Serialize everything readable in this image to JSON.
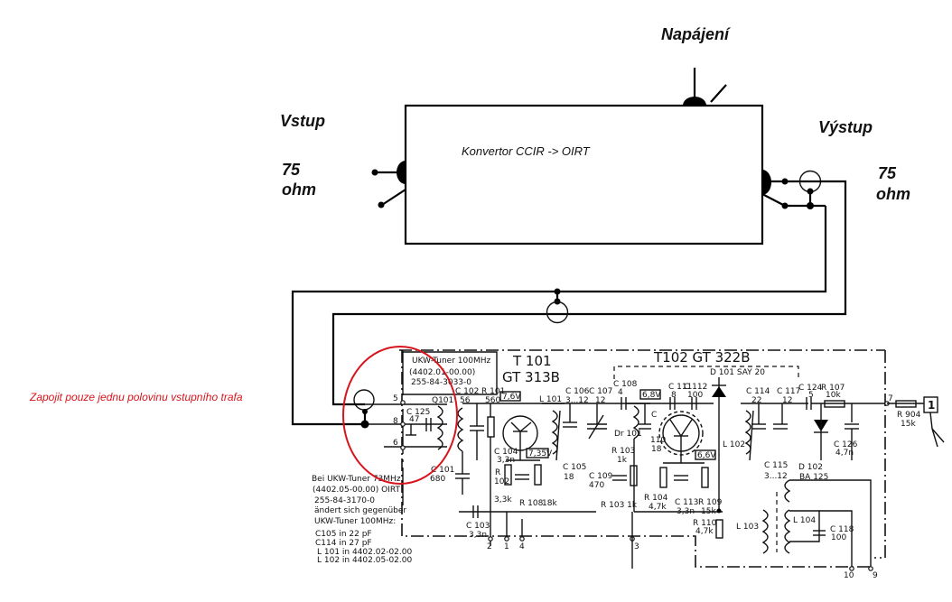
{
  "labels": {
    "power": "Napájení",
    "input": "Vstup",
    "input_impedance_value": "75",
    "input_impedance_unit": "ohm",
    "output": "Výstup",
    "output_impedance_value": "75",
    "output_impedance_unit": "ohm",
    "converter": "Konvertor CCIR -> OIRT",
    "note": "Zapojit pouze jednu polovinu vstupního trafa"
  },
  "tuner_box": {
    "line1": "UKW-Tuner 100MHz",
    "line2": "(4402.01-00.00)",
    "line3": "255-84-3033-0"
  },
  "transistors": {
    "t101_name": "T 101",
    "t101_type": "GT 313B",
    "t101_v_base": "7,6V",
    "t101_v_emitter": "7,35V",
    "t102_title": "T102 GT 322B",
    "t102_v_base": "6,8V",
    "t102_v_emitter": "6,6V"
  },
  "components": {
    "c125": "C 125",
    "c125_v": "47",
    "q101": "Q101",
    "c102": "C 102",
    "c102_v": "56",
    "r101": "R 101",
    "r101_v": "560",
    "c101": "C 101",
    "c101_v": "680",
    "c104": "C 104",
    "c104_v": "3,3n",
    "r102": "R",
    "r102_n": "102",
    "r102_v": "3,3k",
    "r108": "R 108",
    "r108_v": "18k",
    "c103": "C 103",
    "c103_v": "3,3n",
    "l101": "L 101",
    "c105": "C 105",
    "c105_v": "18",
    "c106": "C 106",
    "c106_v": "3...12",
    "c107": "C 107",
    "c107_v": "12",
    "c108": "C 108",
    "c108_v": "4",
    "dr101": "Dr 101",
    "r103": "R 103",
    "r103_v": "1k",
    "r103b": "R 103 1k",
    "c109": "C 109",
    "c109_v": "470",
    "c110": "C",
    "c110_n": "110",
    "c110_v": "18",
    "c111": "C 111",
    "c111_v": "8",
    "c112": "C 112",
    "c112_v": "100",
    "r104": "R 104",
    "r104_v": "4,7k",
    "c113": "C 113",
    "c113_v": "3,3n",
    "r109": "R 109",
    "r109_v": "15k",
    "r110": "R 110",
    "r110_v": "4,7k",
    "d101": "D 101 SAY 20",
    "l102": "L 102",
    "c114": "C 114",
    "c114_v": "22",
    "c117": "C 117",
    "c117_v": "12",
    "c115": "C 115",
    "c115_v": "3...12",
    "c124": "C 124",
    "c124_v": "5",
    "r107": "R 107",
    "r107_v": "10k",
    "d102": "D 102",
    "d102_v": "BA 125",
    "c126": "C 126",
    "c126_v": "4,7n",
    "r904": "R 904",
    "r904_v": "15k",
    "l103": "L 103",
    "l104": "L 104",
    "c118": "C 118",
    "c118_v": "100",
    "out_box": "1"
  },
  "pins": [
    "5",
    "8",
    "6",
    "2",
    "1",
    "4",
    "3",
    "7",
    "10",
    "9"
  ],
  "notes_block": [
    "Bei UKW-Tuner 73MHz",
    "(4402.05-00.00) OIRT",
    "255-84-3170-0",
    "ändert sich gegenüber",
    "UKW-Tuner 100MHz:",
    "C105  in  22 pF",
    "C114  in  27 pF",
    "L 101  in  4402.02-02.00",
    "L 102  in  4402.05-02.00"
  ],
  "colors": {
    "annotation": "#d8141c",
    "line": "#000000"
  }
}
